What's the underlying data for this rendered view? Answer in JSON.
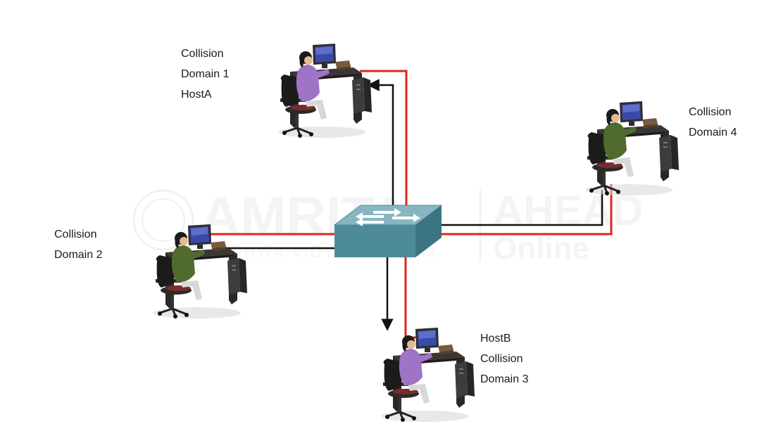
{
  "watermark": {
    "left_word": "AMRITA",
    "left_subtext": "VISHWA VIDYAPEETHAM",
    "right_word": "AHEAD",
    "right_subtext": "Online",
    "color": "#ececec"
  },
  "colors": {
    "red_link": "#e0251b",
    "black_link": "#111111",
    "switch_top": "#87b6c1",
    "switch_front": "#4d8b99",
    "switch_side": "#3b7582",
    "shirt_purple": "#9f74c7",
    "shirt_green": "#4f6b2e",
    "desk": "#2c2a2a",
    "monitor_screen": "#3b4aa8"
  },
  "hosts": [
    {
      "id": "host-a",
      "shirt": "purple",
      "label_lines": [
        "Collision",
        "Domain 1",
        "HostA"
      ]
    },
    {
      "id": "host-b",
      "shirt": "green",
      "label_lines": [
        "Collision",
        "Domain 2"
      ]
    },
    {
      "id": "host-c",
      "shirt": "purple",
      "label_lines": [
        "HostB",
        "Collision",
        "Domain 3"
      ]
    },
    {
      "id": "host-d",
      "shirt": "green",
      "label_lines": [
        "Collision",
        "Domain 4"
      ]
    }
  ]
}
